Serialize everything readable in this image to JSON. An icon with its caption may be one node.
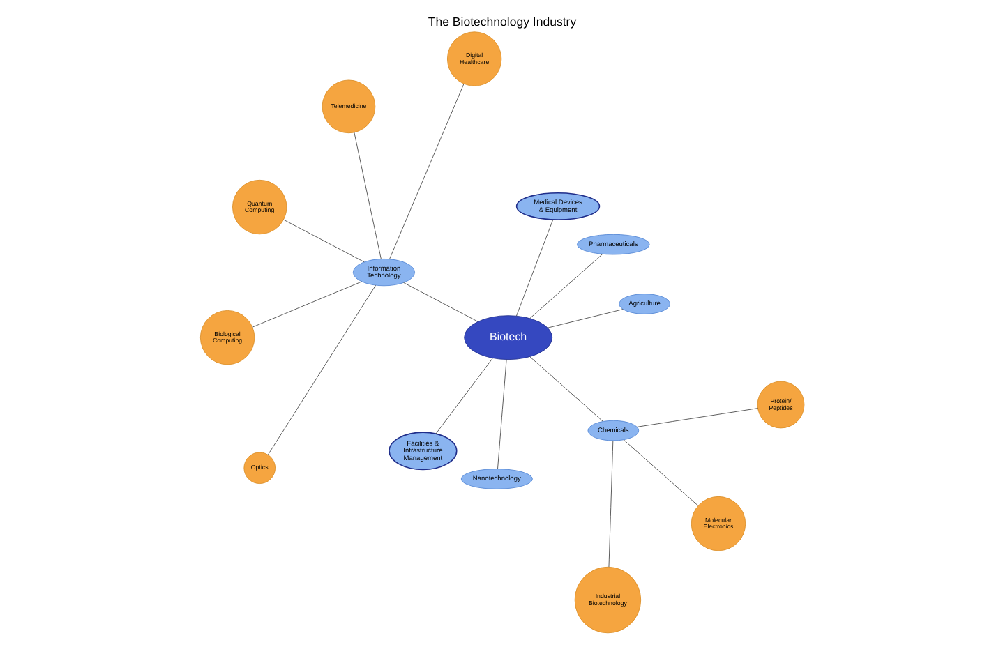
{
  "diagram": {
    "title": "The Biotechnology Industry",
    "nodes": [
      {
        "text": [
          "Biotech"
        ]
      },
      {
        "text": [
          "Agriculture"
        ]
      },
      {
        "text": [
          "Pharmaceuticals"
        ]
      },
      {
        "text": [
          "Medical Devices & Equipment"
        ]
      },
      {
        "text": [
          "Information Technology"
        ]
      },
      {
        "text": [
          "Digital Healthcare"
        ]
      },
      {
        "text": [
          "Telemedicine"
        ]
      },
      {
        "text": [
          "Quantum Computing"
        ]
      },
      {
        "text": [
          "Biological Computing"
        ]
      },
      {
        "text": [
          "Optics"
        ]
      },
      {
        "text": [
          "Facilities & Infrastructure Management"
        ]
      },
      {
        "text": [
          "Nanotechnology"
        ]
      },
      {
        "text": [
          "Chemicals"
        ]
      },
      {
        "text": [
          "Industrial Biotechnology"
        ]
      },
      {
        "text": [
          "Molecular Electronics"
        ]
      },
      {
        "text": [
          "Protein/ Peptides"
        ]
      }
    ],
    "edges": [
      {
        "from": 0,
        "to": 1,
        "arrow": "none"
      },
      {
        "from": 0,
        "to": 2,
        "arrow": "none"
      },
      {
        "from": 0,
        "to": 3,
        "arrow": "none"
      },
      {
        "from": 0,
        "to": 4,
        "arrow": "none"
      },
      {
        "from": 4,
        "to": 5,
        "arrow": "none"
      },
      {
        "from": 4,
        "to": 6,
        "arrow": "none"
      },
      {
        "from": 4,
        "to": 7,
        "arrow": "none"
      },
      {
        "from": 4,
        "to": 8,
        "arrow": "none"
      },
      {
        "from": 4,
        "to": 9,
        "arrow": "none"
      },
      {
        "from": 0,
        "to": 10,
        "arrow": "none"
      },
      {
        "from": 0,
        "to": 11,
        "arrow": "none"
      },
      {
        "from": 0,
        "to": 12,
        "arrow": "none"
      },
      {
        "from": 12,
        "to": 13,
        "arrow": "none"
      },
      {
        "from": 12,
        "to": 14,
        "arrow": "none"
      },
      {
        "from": 12,
        "to": 15,
        "arrow": "none"
      }
    ]
  }
}
